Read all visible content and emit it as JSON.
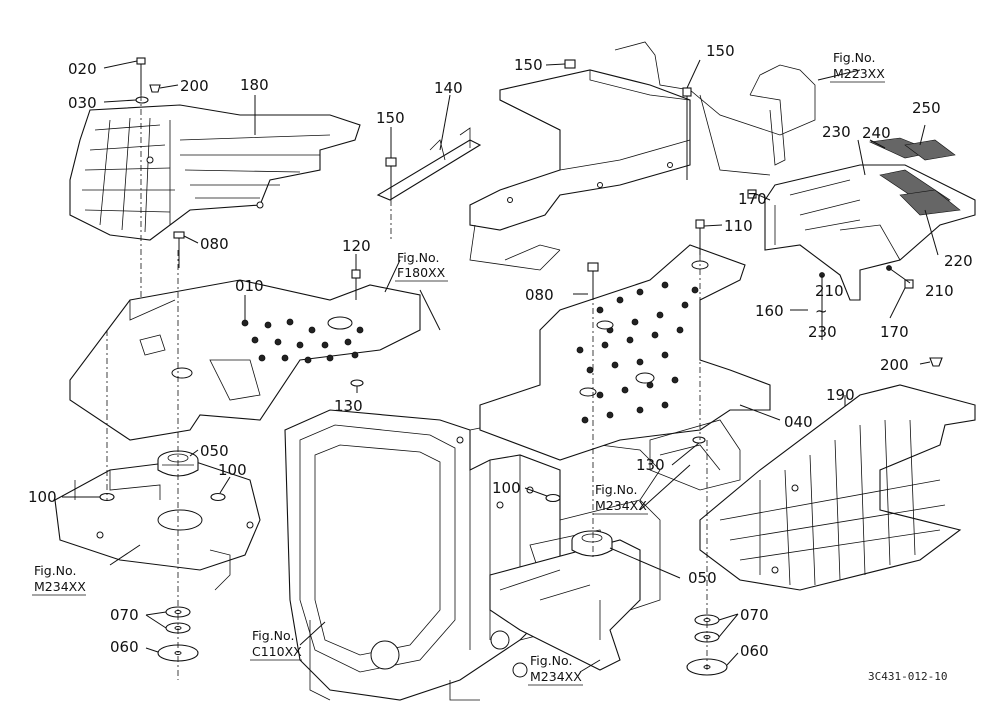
{
  "callouts": {
    "c020": "020",
    "c030": "030",
    "c200a": "200",
    "c180": "180",
    "c080a": "080",
    "c010": "010",
    "c120": "120",
    "c150a": "150",
    "c140": "140",
    "c150b": "150",
    "c150c": "150",
    "c080b": "080",
    "c110": "110",
    "c170a": "170",
    "c240": "240",
    "c250": "250",
    "c230a": "230",
    "c220": "220",
    "c210a": "210",
    "c210b": "210",
    "c160": "160",
    "c230b": "230",
    "c170b": "170",
    "c200b": "200",
    "c190": "190",
    "c040": "040",
    "c130a": "130",
    "c130b": "130",
    "c050a": "050",
    "c100a": "100",
    "c100b": "100",
    "c100c": "100",
    "c070a": "070",
    "c060a": "060",
    "c050b": "050",
    "c070b": "070",
    "c060b": "060"
  },
  "fig_refs": {
    "f1_title": "Fig.No.",
    "f1_code": "M223XX",
    "f2_title": "Fig.No.",
    "f2_code": "F180XX",
    "f3_title": "Fig.No.",
    "f3_code": "M234XX",
    "f4_title": "Fig.No.",
    "f4_code": "M234XX",
    "f5_title": "Fig.No.",
    "f5_code": "C110XX",
    "f6_title": "Fig.No.",
    "f6_code": "M234XX"
  },
  "tilde": "~",
  "drawing_code": "3C431-012-10"
}
